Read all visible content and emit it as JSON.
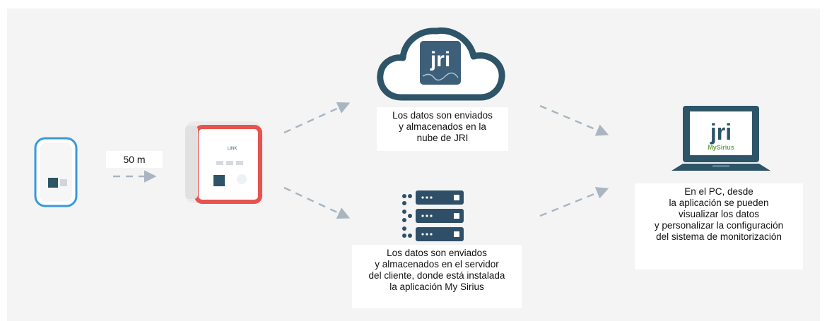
{
  "distance_label": "50 m",
  "cloud_text": [
    "Los datos son enviados",
    "y almacenados en la",
    "nube de JRI"
  ],
  "server_text": [
    "Los datos son enviados",
    "y almacenados en el servidor",
    "del cliente, donde está instalada",
    "la aplicación My Sirius"
  ],
  "pc_text": [
    "En el PC, desde",
    "la aplicación se pueden",
    "visualizar los datos",
    "y personalizar la configuración",
    "del sistema de monitorización"
  ],
  "logo_text": "jri",
  "link_device_text": "LINK",
  "mysirius_text": "MySirius",
  "colors": {
    "cloud_outline": "#2e5468",
    "server": "#2f4f68",
    "laptop": "#2e5468",
    "link_frame": "#e8524f",
    "sensor_accent": "#3a9ad9",
    "arrow": "#a9b6c2",
    "mysirius": "#6aa84f"
  }
}
